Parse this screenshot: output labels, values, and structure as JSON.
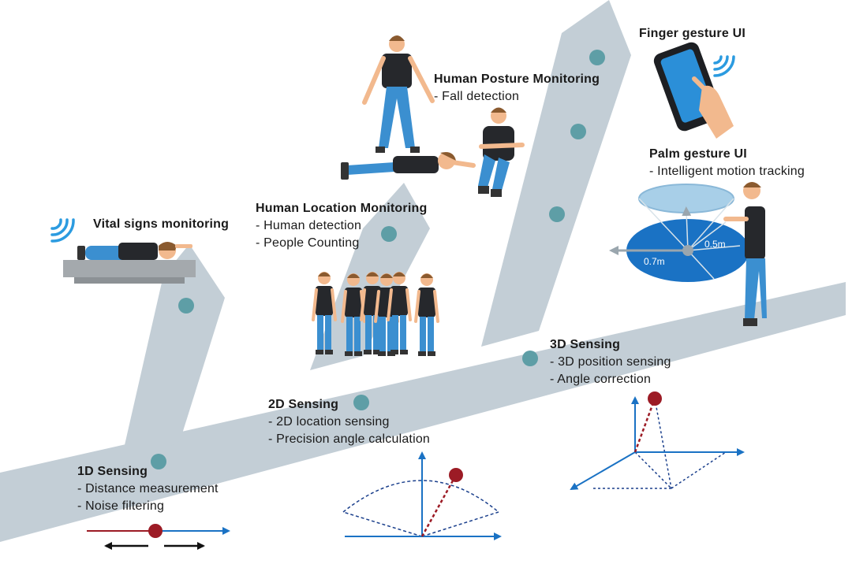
{
  "colors": {
    "path": "#c3ced6",
    "dot": "#5e9ea6",
    "axis_blue": "#1a72c4",
    "point_red": "#9c1b25",
    "shirt": "#26282c",
    "jeans": "#3b8fd0",
    "skin": "#f2b98e",
    "hair": "#8a5a2f",
    "wave": "#2b9be0"
  },
  "stages": {
    "s1d": {
      "title": "1D Sensing",
      "items": [
        "- Distance measurement",
        "- Noise filtering"
      ]
    },
    "s2d": {
      "title": "2D Sensing",
      "items": [
        "- 2D location sensing",
        "- Precision angle calculation"
      ]
    },
    "s3d": {
      "title": "3D Sensing",
      "items": [
        "- 3D position sensing",
        "- Angle correction"
      ]
    }
  },
  "applications": {
    "vital": {
      "title": "Vital signs monitoring"
    },
    "location": {
      "title": "Human Location Monitoring",
      "items": [
        "- Human detection",
        "- People Counting"
      ]
    },
    "posture": {
      "title": "Human Posture Monitoring",
      "items": [
        "- Fall detection"
      ]
    },
    "finger": {
      "title": "Finger gesture UI"
    },
    "palm": {
      "title": "Palm gesture UI",
      "items": [
        "- Intelligent motion tracking"
      ]
    }
  },
  "palm_distances": {
    "inner": "0.5m",
    "outer": "0.7m"
  }
}
